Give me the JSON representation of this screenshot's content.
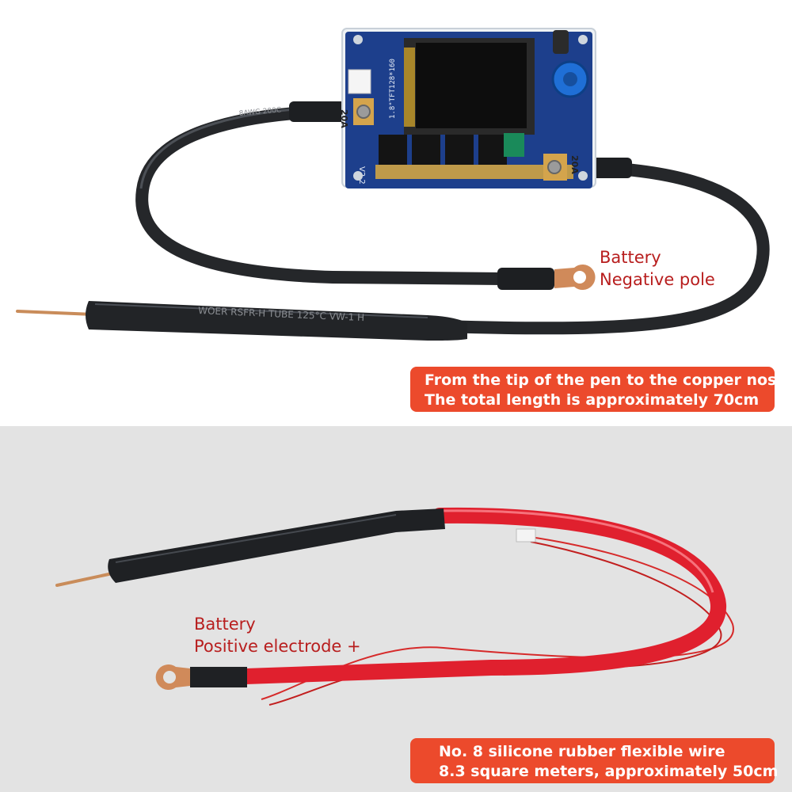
{
  "colors": {
    "label_text": "#b81e1e",
    "banner_bg": "#ec4a2c",
    "banner_text": "#ffffff",
    "cable_black": "#25272a",
    "cable_red": "#e0202e",
    "pcb_blue": "#1d3f8c",
    "copper": "#d08a5a",
    "bottom_bg": "#e3e3e3"
  },
  "top": {
    "negative_label": {
      "line1": "Battery",
      "line2": "Negative pole"
    },
    "length_banner": {
      "line1": "From the tip of the pen to the copper nose",
      "line2": "The total length is approximately 70cm"
    },
    "board": {
      "silkscreen_version": "V2.2",
      "terminal_left": "20A",
      "terminal_right": "20A",
      "display_label": "1.8\"TFT128*160"
    },
    "cable_print": "8AWG 200C",
    "pen_print": "WOER RSFR-H TUBE 125°C VW-1 H"
  },
  "bottom": {
    "positive_label": {
      "line1": "Battery",
      "line2": "Positive electrode +"
    },
    "wire_banner": {
      "line1": "No. 8 silicone rubber flexible wire",
      "line2": "8.3 square meters, approximately 50cm"
    }
  }
}
